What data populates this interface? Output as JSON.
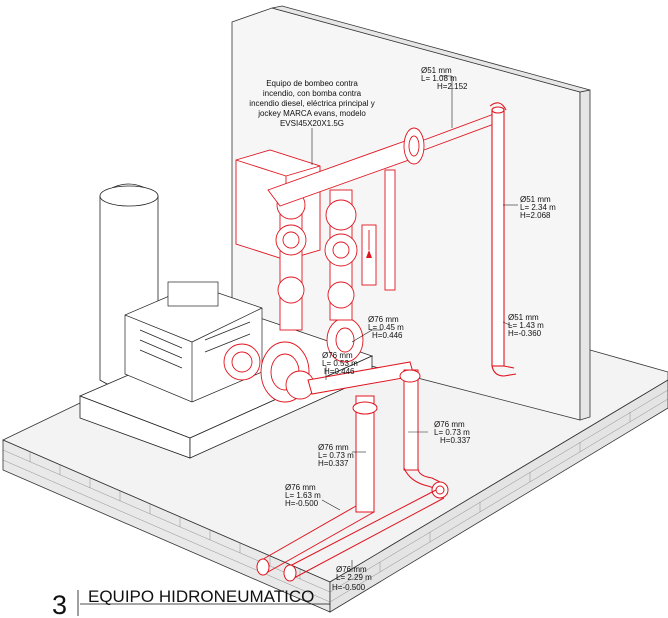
{
  "title": {
    "number": "3",
    "text": "EQUIPO HIDRONEUMATICO"
  },
  "equipment_note": [
    "Equipo de bombeo contra",
    "incendio, con bomba contra",
    "incendio diesel, eléctrica principal y",
    "jockey MARCA evans, modelo",
    "EVSI45X20X1.5G"
  ],
  "pipe_labels": [
    {
      "diameter": "Ø51 mm",
      "length": "L= 1.08 m",
      "height": "H=2.152"
    },
    {
      "diameter": "Ø51 mm",
      "length": "L= 2.34 m",
      "height": "H=2.068"
    },
    {
      "diameter": "Ø51 mm",
      "length": "L= 1.43 m",
      "height": "H=-0.360"
    },
    {
      "diameter": "Ø76 mm",
      "length": "L= 0.45 m",
      "height": "H=0.446"
    },
    {
      "diameter": "Ø76 mm",
      "length": "L= 0.53 m",
      "height": "H=0.446"
    },
    {
      "diameter": "Ø76 mm",
      "length": "L= 0.73 m",
      "height": "H=0.337"
    },
    {
      "diameter": "Ø76 mm",
      "length": "L= 0.73 m",
      "height": "H=0.337"
    },
    {
      "diameter": "Ø76 mm",
      "length": "L= 1.63 m",
      "height": "H=-0.500"
    },
    {
      "diameter": "Ø76 mm",
      "length": "L= 2.29 m",
      "height": "H=-0.500"
    }
  ],
  "colors": {
    "piping": "#e0141e",
    "linework": "#222222",
    "slab": "#f1f1f1"
  }
}
